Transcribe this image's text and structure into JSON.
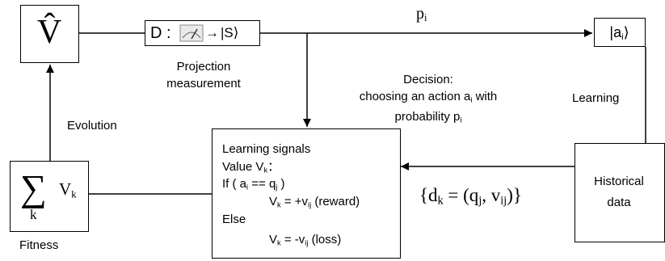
{
  "v_hat": "V̂",
  "projection_box": {
    "d_label": "D :",
    "arrow": "→",
    "ket": "|S⟩"
  },
  "projection_caption": [
    "Projection",
    "measurement"
  ],
  "p_i_label": {
    "base": "p",
    "sub": "i"
  },
  "action_box": {
    "open": "|a",
    "sub": "i",
    "close": "⟩"
  },
  "decision": {
    "line1": "Decision:",
    "line2": {
      "text": "choosing an action a",
      "sub": "i",
      "tail": " with"
    },
    "line3": {
      "text": "probability p",
      "sub": "i"
    }
  },
  "learning_label": "Learning",
  "evolution_label": "Evolution",
  "learning_signals": {
    "title": "Learning signals",
    "value": {
      "text": "Value V",
      "sub": "k",
      "tail": "："
    },
    "if": {
      "a": "If ( a",
      "a_sub": "i",
      "mid": " == q",
      "q_sub": "j",
      "end": " )"
    },
    "reward": {
      "v": "V",
      "v_sub": "k",
      "mid": " = +v",
      "sub": "ij",
      "tail": " (reward)"
    },
    "else": "Else",
    "loss": {
      "v": "V",
      "v_sub": "k",
      "mid": " = -v",
      "sub": "ij",
      "tail": " (loss)"
    }
  },
  "historical_data": [
    "Historical",
    "data"
  ],
  "dataset": {
    "open": "{d",
    "d_sub": "k",
    "eq": " = (q",
    "q_sub": "j",
    "comma": ", v",
    "v_sub": "ij",
    "close": ")}"
  },
  "fitness_box": {
    "sum": "∑",
    "sum_sub": "k",
    "v": "V",
    "v_sub": "k"
  },
  "fitness_label": "Fitness"
}
